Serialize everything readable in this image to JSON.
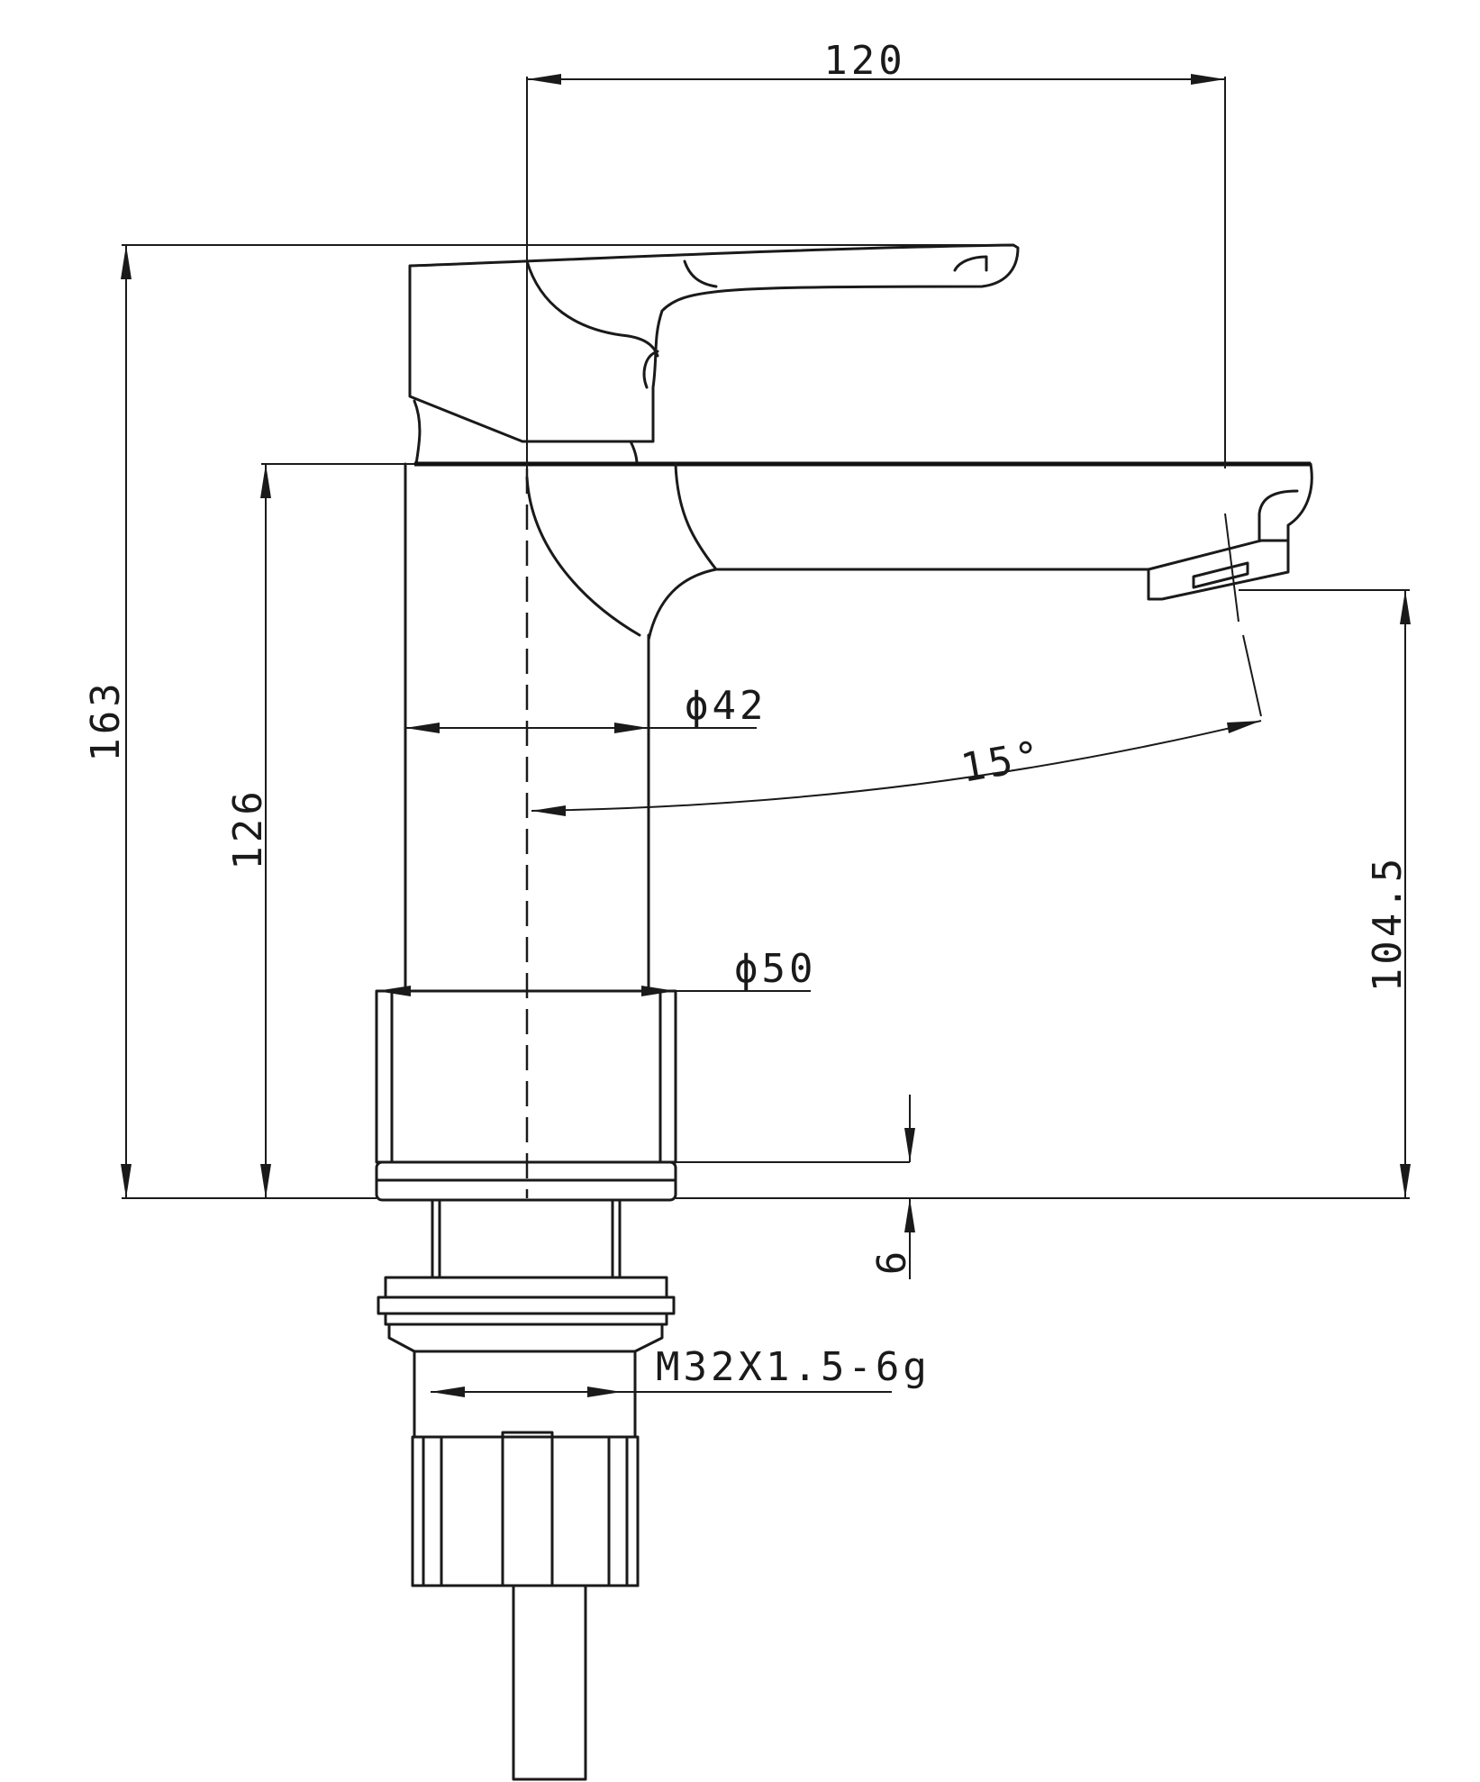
{
  "dimensions": {
    "total_width": "120",
    "total_height": "163",
    "body_height": "126",
    "spout_height": "104.5",
    "body_diameter": "ϕ42",
    "base_diameter": "ϕ50",
    "spout_angle": "15°",
    "base_thickness": "6",
    "thread": "M32X1.5-6g"
  }
}
